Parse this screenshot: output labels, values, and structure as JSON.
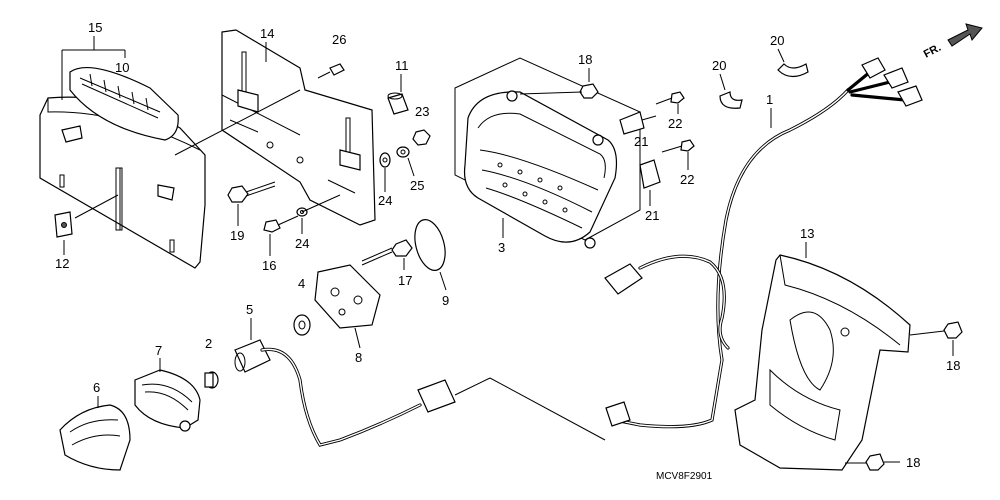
{
  "diagram": {
    "code": "MCV8F2901",
    "direction_label": "FR.",
    "callouts": {
      "c1": "1",
      "c2": "2",
      "c3": "3",
      "c4": "4",
      "c5": "5",
      "c6": "6",
      "c7": "7",
      "c8": "8",
      "c9": "9",
      "c10": "10",
      "c11": "11",
      "c12": "12",
      "c13": "13",
      "c14": "14",
      "c15": "15",
      "c16": "16",
      "c17": "17",
      "c18a": "18",
      "c18b": "18",
      "c18c": "18",
      "c19": "19",
      "c20a": "20",
      "c20b": "20",
      "c21a": "21",
      "c21b": "21",
      "c22a": "22",
      "c22b": "22",
      "c23": "23",
      "c24a": "24",
      "c24b": "24",
      "c25": "25",
      "c26": "26"
    }
  }
}
